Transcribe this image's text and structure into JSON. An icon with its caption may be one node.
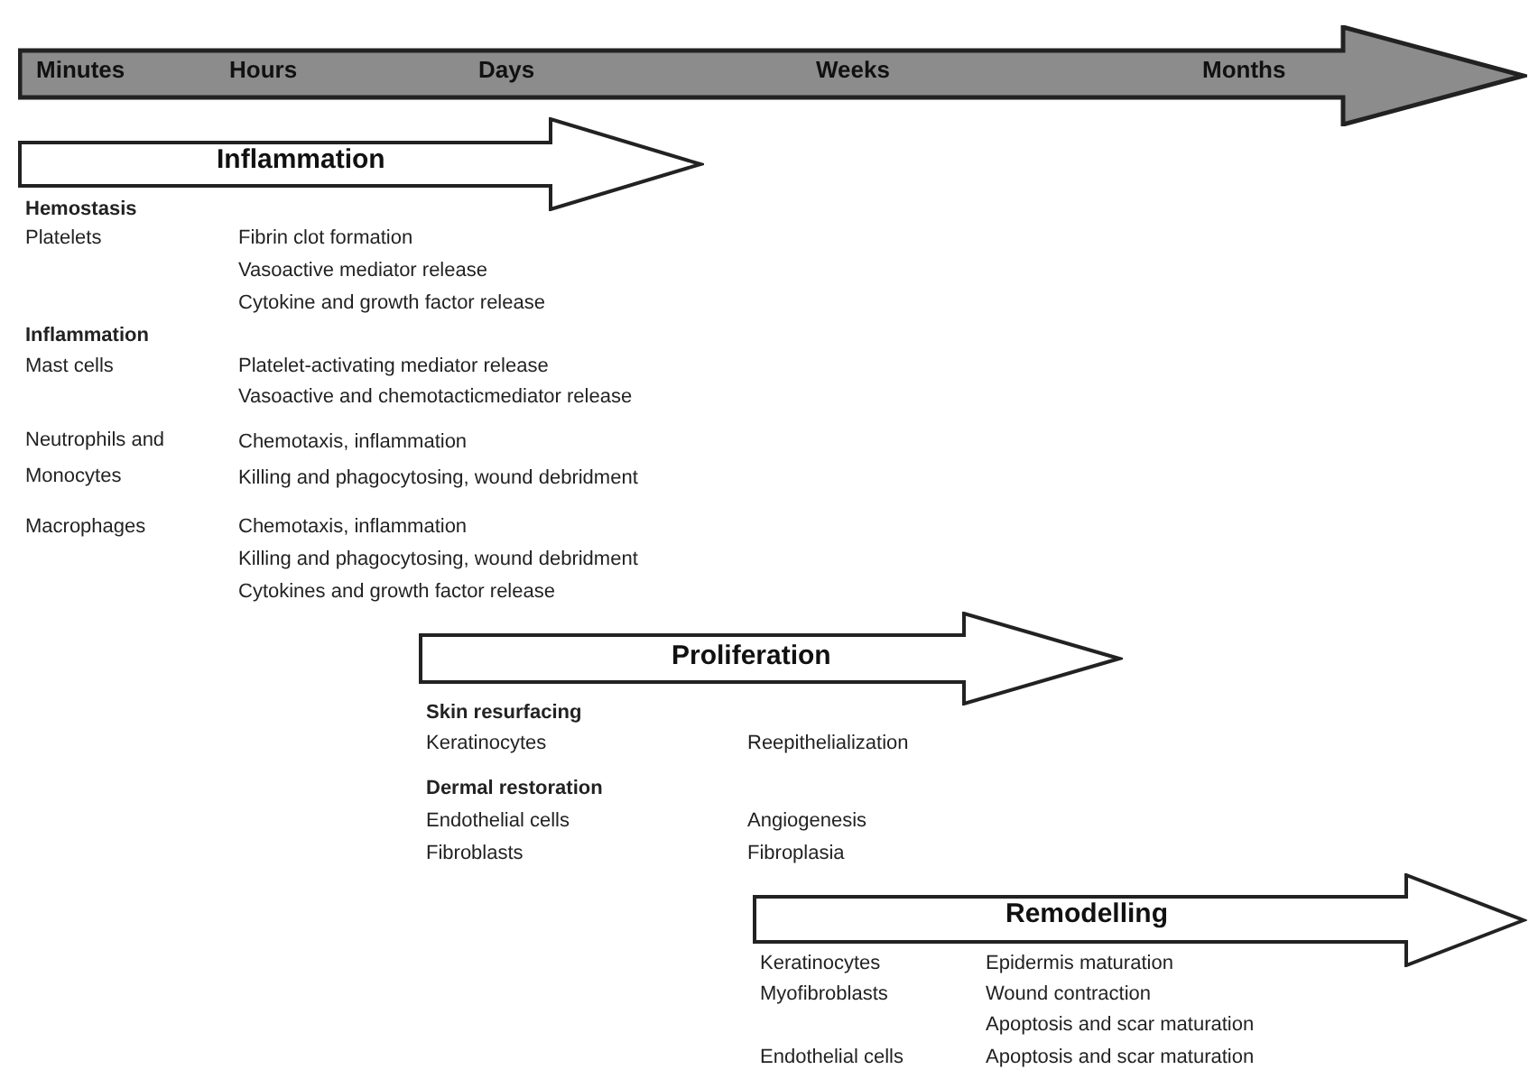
{
  "diagram": {
    "nodes": [
      {
        "text": [
          "Minutes",
          "Hours",
          "Days",
          "Weeks",
          "Months"
        ]
      },
      {
        "text": [
          "Inflammation"
        ]
      },
      {
        "text": [
          "Proliferation"
        ]
      },
      {
        "text": [
          "Remodelling"
        ]
      }
    ],
    "labels": [
      "Hemostasis",
      "Platelets",
      "Fibrin clot formation",
      "Vasoactive mediator release",
      "Cytokine and growth factor release",
      "Inflammation",
      "Mast cells",
      "Platelet-activating mediator release",
      "Vasoactive and chemotacticmediator release",
      "Neutrophils and Monocytes",
      "Chemotaxis, inflammation",
      "Killing and phagocytosing, wound debridment",
      "Macrophages",
      "Chemotaxis, inflammation",
      "Killing and phagocytosing, wound debridment",
      "Cytokines and growth factor release",
      "Skin resurfacing",
      "Keratinocytes",
      "Reepithelialization",
      "Dermal restoration",
      "Endothelial cells",
      "Angiogenesis",
      "Fibroblasts",
      "Fibroplasia",
      "Keratinocytes",
      "Epidermis maturation",
      "Myofibroblasts",
      "Wound contraction",
      "Apoptosis and scar maturation",
      "Endothelial cells",
      "Apoptosis and scar maturation"
    ]
  }
}
